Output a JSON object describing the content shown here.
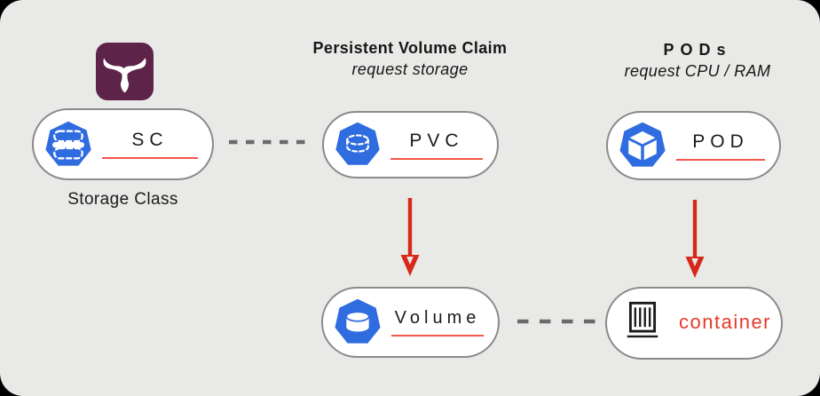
{
  "diagram": {
    "headers": {
      "pvc_title": "Persistent Volume Claim",
      "pvc_subtitle": "request storage",
      "pods_title": "PODs",
      "pods_subtitle": "request CPU / RAM"
    },
    "nodes": {
      "sc": {
        "label": "SC",
        "caption": "Storage Class"
      },
      "pvc": {
        "label": "PVC"
      },
      "pod": {
        "label": "POD"
      },
      "volume": {
        "label": "Volume"
      },
      "container": {
        "label": "container"
      }
    },
    "edges": [
      {
        "from": "sc",
        "to": "pvc",
        "style": "dashed-line"
      },
      {
        "from": "pvc",
        "to": "volume",
        "style": "red-arrow-down"
      },
      {
        "from": "pod",
        "to": "container",
        "style": "red-arrow-down"
      },
      {
        "from": "volume",
        "to": "container",
        "style": "dashed-line"
      }
    ],
    "icons": {
      "logo": "longhorn-logo",
      "sc": "storage-class-icon",
      "pvc": "persistent-volume-claim-icon",
      "pod": "pod-icon",
      "volume": "volume-icon",
      "container": "container-icon"
    }
  },
  "colors": {
    "canvas_bg": "#e9e9e7",
    "outer_bg": "#000000",
    "k8s_blue": "#2f6ce0",
    "longhorn_purple": "#5d2348",
    "arrow_red": "#d7291a",
    "underline_red": "#f4564a",
    "container_text_red": "#e53a29",
    "connector_gray": "#6b6b6b",
    "pill_border_gray": "#8a8a8a",
    "text_dark": "#1b1b1b"
  }
}
